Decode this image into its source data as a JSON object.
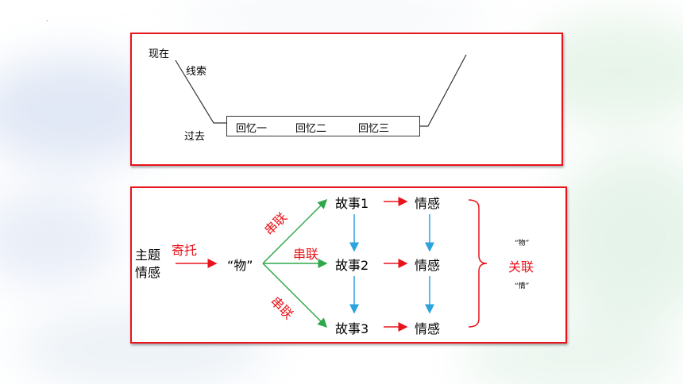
{
  "timeline": {
    "now_label": "现在",
    "clue_label": "线索",
    "past_label": "过去",
    "memories": [
      "回忆一",
      "回忆二",
      "回忆三"
    ]
  },
  "theme": {
    "topic_line1": "主题",
    "topic_line2": "情感",
    "entrust_label": "寄托",
    "object_label": "“物”",
    "link_label": "串联",
    "stories": [
      "故事1",
      "故事2",
      "故事3"
    ],
    "emotion_label": "情感",
    "relation_label": "关联",
    "object_small": "“物”",
    "emotion_small": "“情”"
  },
  "colors": {
    "panel_border": "#e8141b",
    "red_arrow": "#e8141b",
    "green_arrow": "#2ea84a",
    "blue_arrow": "#2ba3dc"
  }
}
